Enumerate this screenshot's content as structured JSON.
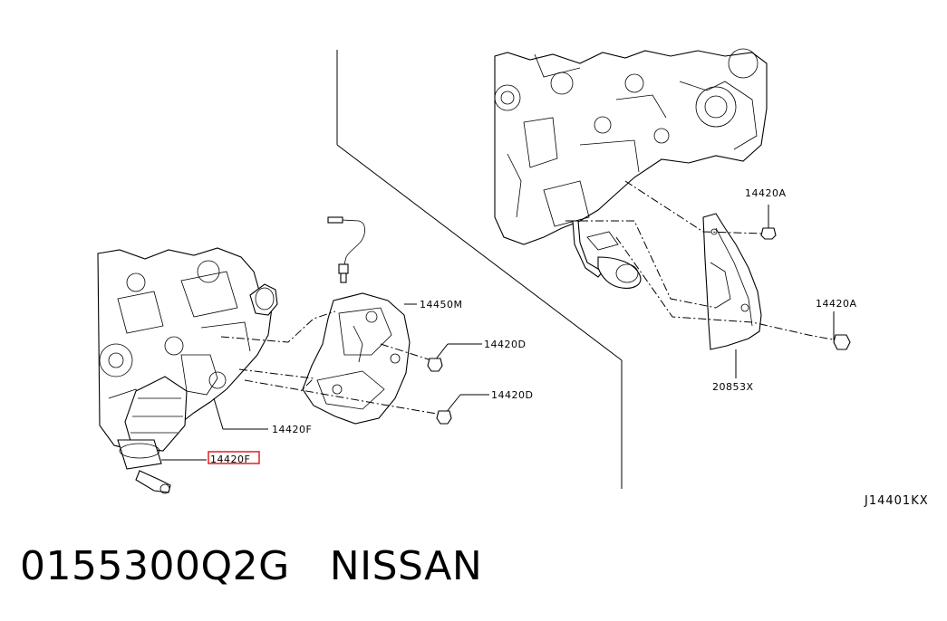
{
  "diagram": {
    "callouts": {
      "c14420A_top": "14420A",
      "c14420A_right": "14420A",
      "c14450M": "14450M",
      "c14420D_top": "14420D",
      "c14420D_bottom": "14420D",
      "c14420F_mid": "14420F",
      "c14420F_highlighted": "14420F",
      "c20853X": "20853X"
    },
    "reference_code": "J14401KX",
    "highlight_color": "#e02020"
  },
  "footer": {
    "part_number": "0155300Q2G",
    "brand": "NISSAN"
  }
}
